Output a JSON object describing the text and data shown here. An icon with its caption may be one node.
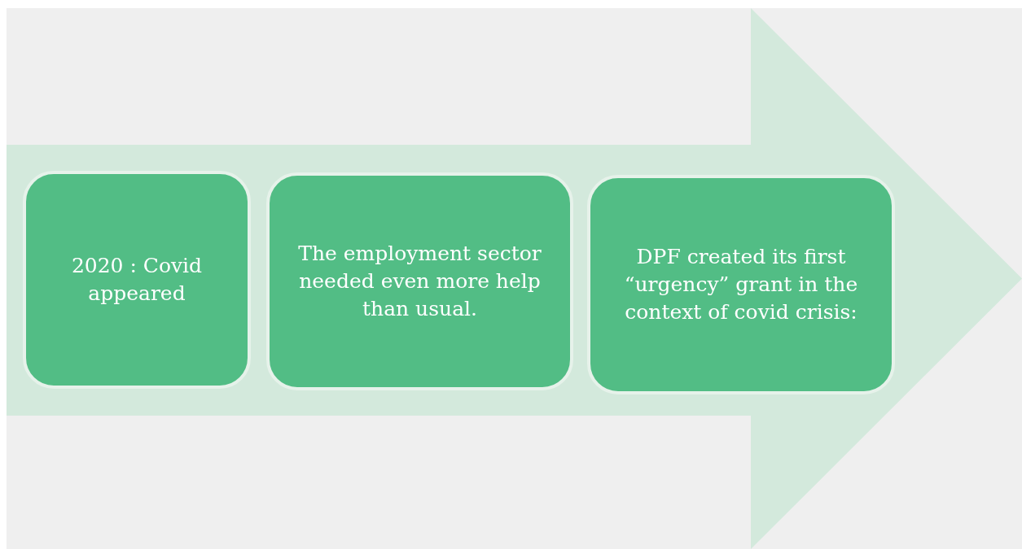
{
  "diagram": {
    "nodes": [
      {
        "text": [],
        "shape": "arrow"
      },
      {
        "text": [
          "2020 : Covid appeared"
        ],
        "in": 0
      },
      {
        "text": [
          "The employment sector needed even more help than usual."
        ],
        "in": 0
      },
      {
        "text": [
          "DPF created its first “urgency” grant in the context of covid crisis:"
        ],
        "in": 0
      }
    ]
  }
}
